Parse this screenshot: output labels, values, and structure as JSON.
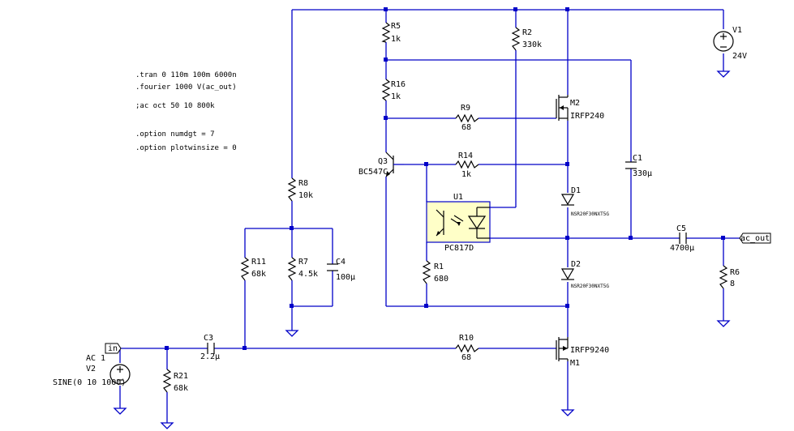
{
  "directives": [
    ".tran 0 110m 100m 6000n",
    ".fourier 1000 V(ac_out)",
    ";ac oct 50 10 800k",
    ".option numdgt = 7",
    ".option plotwinsize = 0"
  ],
  "components": {
    "R5": {
      "name": "R5",
      "value": "1k"
    },
    "R2": {
      "name": "R2",
      "value": "330k"
    },
    "R16": {
      "name": "R16",
      "value": "1k"
    },
    "R9": {
      "name": "R9",
      "value": "68"
    },
    "R14": {
      "name": "R14",
      "value": "1k"
    },
    "R8": {
      "name": "R8",
      "value": "10k"
    },
    "R11": {
      "name": "R11",
      "value": "68k"
    },
    "R7": {
      "name": "R7",
      "value": "4.5k"
    },
    "R1": {
      "name": "R1",
      "value": "680"
    },
    "R10": {
      "name": "R10",
      "value": "68"
    },
    "R21": {
      "name": "R21",
      "value": "68k"
    },
    "R6": {
      "name": "R6",
      "value": "8"
    },
    "C4": {
      "name": "C4",
      "value": "100µ"
    },
    "C1": {
      "name": "C1",
      "value": "330µ"
    },
    "C5": {
      "name": "C5",
      "value": "4700µ"
    },
    "C3": {
      "name": "C3",
      "value": "2.2µ"
    },
    "Q3": {
      "name": "Q3",
      "value": "BC547C"
    },
    "M2": {
      "name": "M2",
      "value": "IRFP240"
    },
    "M1": {
      "name": "M1",
      "value": "IRFP9240"
    },
    "D1": {
      "name": "D1",
      "value": "NSR20F30NXT5G"
    },
    "D2": {
      "name": "D2",
      "value": "NSR20F30NXT5G"
    },
    "U1": {
      "name": "U1",
      "value": "PC817D"
    },
    "V1": {
      "name": "V1",
      "value": "24V"
    },
    "V2": {
      "name": "V2",
      "line1": "AC 1",
      "value": "SINE(0 10 1000)"
    }
  },
  "net_labels": {
    "in": "in",
    "ac_out": "ac_out"
  },
  "colors": {
    "wire": "#0000c8",
    "component": "#000000",
    "optocoupler_fill": "#ffffc8",
    "background": "#ffffff"
  }
}
